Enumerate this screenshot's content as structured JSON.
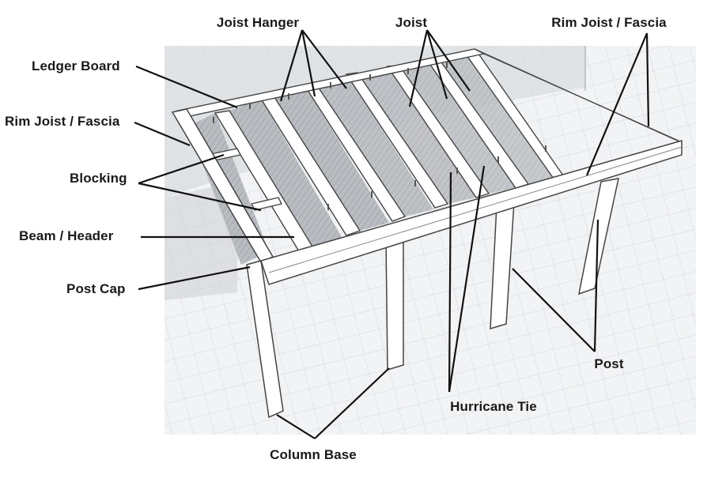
{
  "diagram": {
    "labels": {
      "joist_hanger": "Joist Hanger",
      "joist": "Joist",
      "rim_joist_fascia_top": "Rim Joist / Fascia",
      "ledger_board": "Ledger Board",
      "rim_joist_fascia_left": "Rim Joist / Fascia",
      "blocking": "Blocking",
      "beam_header": "Beam / Header",
      "post_cap": "Post Cap",
      "post": "Post",
      "hurricane_tie": "Hurricane Tie",
      "column_base": "Column Base"
    }
  }
}
